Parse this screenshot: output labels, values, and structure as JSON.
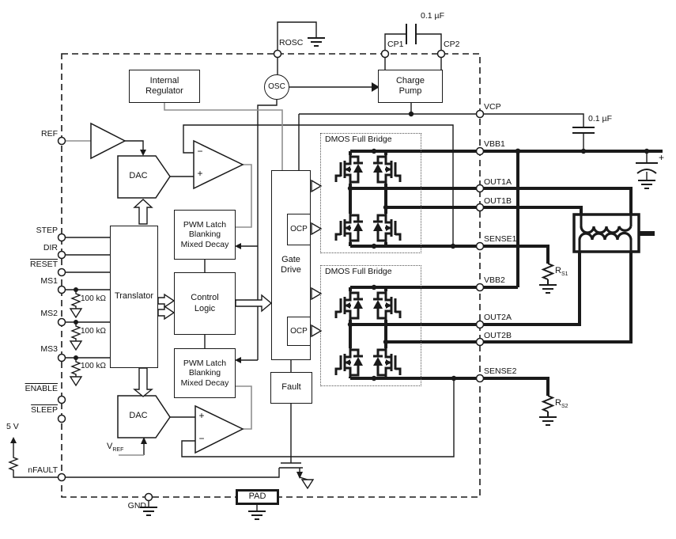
{
  "blocks": {
    "internal_regulator": {
      "line1": "Internal",
      "line2": "Regulator"
    },
    "charge_pump": {
      "line1": "Charge",
      "line2": "Pump"
    },
    "osc": "OSC",
    "dac_top": "DAC",
    "dac_bottom": "DAC",
    "translator": "Translator",
    "pwm_top": {
      "line1": "PWM Latch",
      "line2": "Blanking",
      "line3": "Mixed Decay"
    },
    "pwm_bottom": {
      "line1": "PWM Latch",
      "line2": "Blanking",
      "line3": "Mixed Decay"
    },
    "control_logic": {
      "line1": "Control",
      "line2": "Logic"
    },
    "gate_drive": {
      "line1": "Gate",
      "line2": "Drive"
    },
    "ocp_top": "OCP",
    "ocp_bottom": "OCP",
    "fault": "Fault",
    "pad": "PAD",
    "bridge_top_label": "DMOS Full Bridge",
    "bridge_bottom_label": "DMOS Full Bridge"
  },
  "pins": {
    "top": {
      "rosc": "ROSC",
      "cp1": "CP1",
      "cp2": "CP2"
    },
    "left": {
      "ref": "REF",
      "step": "STEP",
      "dir": "DIR",
      "reset": "RESET",
      "ms1": "MS1",
      "ms2": "MS2",
      "ms3": "MS3",
      "enable": "ENABLE",
      "sleep": "SLEEP",
      "nfault": "nFAULT"
    },
    "right": {
      "vcp": "VCP",
      "vbb1": "VBB1",
      "out1a": "OUT1A",
      "out1b": "OUT1B",
      "sense1": "SENSE1",
      "vbb2": "VBB2",
      "out2a": "OUT2A",
      "out2b": "OUT2B",
      "sense2": "SENSE2"
    },
    "bottom": {
      "gnd": "GND"
    }
  },
  "components": {
    "cap_cp": "0.1 µF",
    "cap_vcp": "0.1 µF",
    "r_ms1": "100 kΩ",
    "r_ms2": "100 kΩ",
    "r_ms3": "100 kΩ",
    "supply_5v": "5 V",
    "vref": {
      "main": "V",
      "sub": "REF"
    },
    "rs1": {
      "main": "R",
      "sub": "S1"
    },
    "rs2": {
      "main": "R",
      "sub": "S2"
    },
    "ecap_plus": "+",
    "comp_top": {
      "minus": "−",
      "plus": "+"
    },
    "comp_bottom": {
      "plus": "+",
      "minus": "−"
    }
  },
  "colors": {
    "wire": "#1a1a1a",
    "wire_gray": "#8f8f8f",
    "text": "#111111",
    "background": "#ffffff"
  }
}
